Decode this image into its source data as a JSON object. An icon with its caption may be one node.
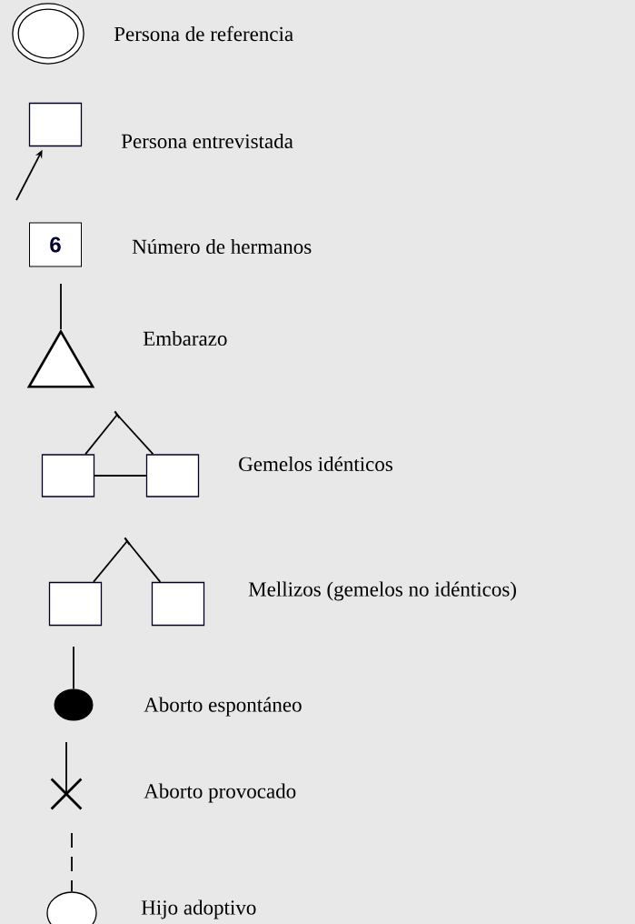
{
  "diagram": {
    "nodes": [
      {
        "text": [],
        "shape": "circle",
        "beside": [
          "Persona de referencia"
        ]
      },
      {
        "text": [],
        "shape": "box",
        "beside": [
          "Persona entrevistada"
        ]
      },
      {
        "text": [
          "6"
        ],
        "beside": [
          "Número de hermanos"
        ]
      },
      {
        "text": [],
        "shape": "triangle",
        "beside": [
          "Embarazo"
        ]
      },
      {
        "text": [],
        "shape": "bar"
      },
      {
        "text": [],
        "shape": "box"
      },
      {
        "text": [],
        "shape": "box",
        "beside": [
          "Gemelos idénticos"
        ]
      },
      {
        "text": [],
        "shape": "bar"
      },
      {
        "text": [],
        "shape": "box"
      },
      {
        "text": [],
        "shape": "box",
        "beside": [
          "Mellizos (gemelos no idénticos)"
        ]
      },
      {
        "text": [],
        "shape": "dot",
        "beside": [
          "Aborto espontáneo"
        ]
      },
      {
        "text": [],
        "shape": "cross",
        "beside": [
          "Aborto provocado"
        ]
      },
      {
        "text": [],
        "shape": "circle",
        "beside": [
          "Hijo adoptivo"
        ]
      }
    ],
    "edges": [
      {
        "from": null,
        "to": 1,
        "arrow": "to"
      },
      {
        "from": null,
        "to": 3,
        "arrow": "none"
      },
      {
        "from": 4,
        "to": 5,
        "arrow": "none"
      },
      {
        "from": 4,
        "to": 6,
        "arrow": "none"
      },
      {
        "from": 5,
        "to": 6,
        "arrow": "none"
      },
      {
        "from": 7,
        "to": 8,
        "arrow": "none"
      },
      {
        "from": 7,
        "to": 9,
        "arrow": "none"
      },
      {
        "from": null,
        "to": 10,
        "arrow": "none"
      },
      {
        "from": null,
        "to": 11,
        "arrow": "none"
      },
      {
        "from": null,
        "to": 12,
        "arrow": "none",
        "style": "dashed"
      }
    ]
  }
}
